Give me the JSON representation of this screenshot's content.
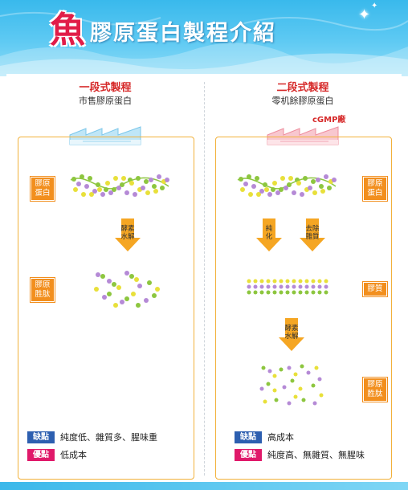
{
  "header": {
    "fish_char": "魚",
    "title": "膠原蛋白製程介紹",
    "sparkle": "✦",
    "colors": {
      "sky": "#39b9ec",
      "fish": "#e11d48"
    }
  },
  "left": {
    "title": "一段式製程",
    "subtitle": "市售膠原蛋白",
    "tag_collagen": [
      "膠原",
      "蛋白"
    ],
    "tag_peptide": [
      "膠原",
      "胜肽"
    ],
    "arrow_hydrolysis": [
      "酵素",
      "水解"
    ],
    "defect_badge": "缺點",
    "defect_text": "純度低、雜質多、腥味重",
    "merit_badge": "優點",
    "merit_text": "低成本"
  },
  "right": {
    "title": "二段式製程",
    "subtitle": "零机餘膠原蛋白",
    "factory_label": "cGMP廠",
    "tag_collagen": [
      "膠原",
      "蛋白"
    ],
    "tag_gelatin": [
      "膠質"
    ],
    "tag_peptide": [
      "膠原",
      "胜肽"
    ],
    "arrow_purify": [
      "純",
      "化"
    ],
    "arrow_remove": [
      "去除",
      "雜質"
    ],
    "arrow_hydrolysis": [
      "酵素",
      "水解"
    ],
    "defect_badge": "缺點",
    "defect_text": "高成本",
    "merit_badge": "優點",
    "merit_text": "純度高、無雜質、無腥味"
  },
  "colors": {
    "orange": "#f28f1e",
    "frame": "#f2b13b",
    "defect_blue": "#2d5fb0",
    "merit_pink": "#e0196a",
    "bead_green": "#8dc63f",
    "bead_yellow": "#e8e03a",
    "bead_purple": "#b58ad6"
  }
}
